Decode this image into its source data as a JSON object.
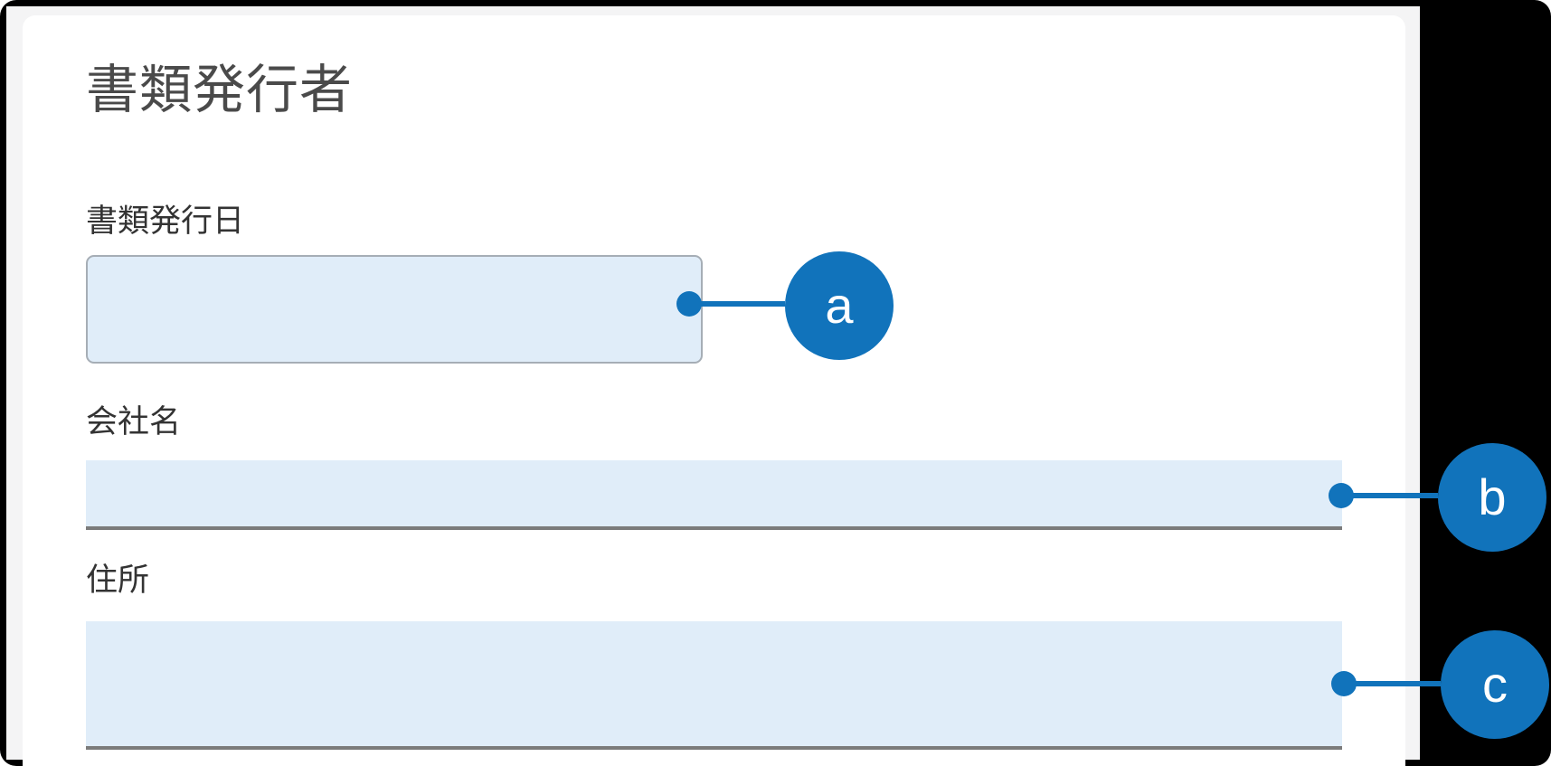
{
  "form": {
    "heading": "書類発行者",
    "fields": {
      "issue_date": {
        "label": "書類発行日",
        "value": "",
        "annotation": "a"
      },
      "company_name": {
        "label": "会社名",
        "value": "",
        "annotation": "b"
      },
      "address": {
        "label": "住所",
        "value": "",
        "annotation": "c"
      }
    }
  },
  "annotations": {
    "a": {
      "letter": "a"
    },
    "b": {
      "letter": "b"
    },
    "c": {
      "letter": "c"
    }
  },
  "colors": {
    "annotation_blue": "#1173bb",
    "field_fill": "#e0edf9",
    "date_box_border": "#a6aeb6",
    "field_underline": "#7b7b7b",
    "heading_text": "#4a4a4a",
    "label_text": "#333333",
    "card_background": "#ffffff",
    "page_background": "#f4f4f5",
    "frame_background": "#000000"
  }
}
